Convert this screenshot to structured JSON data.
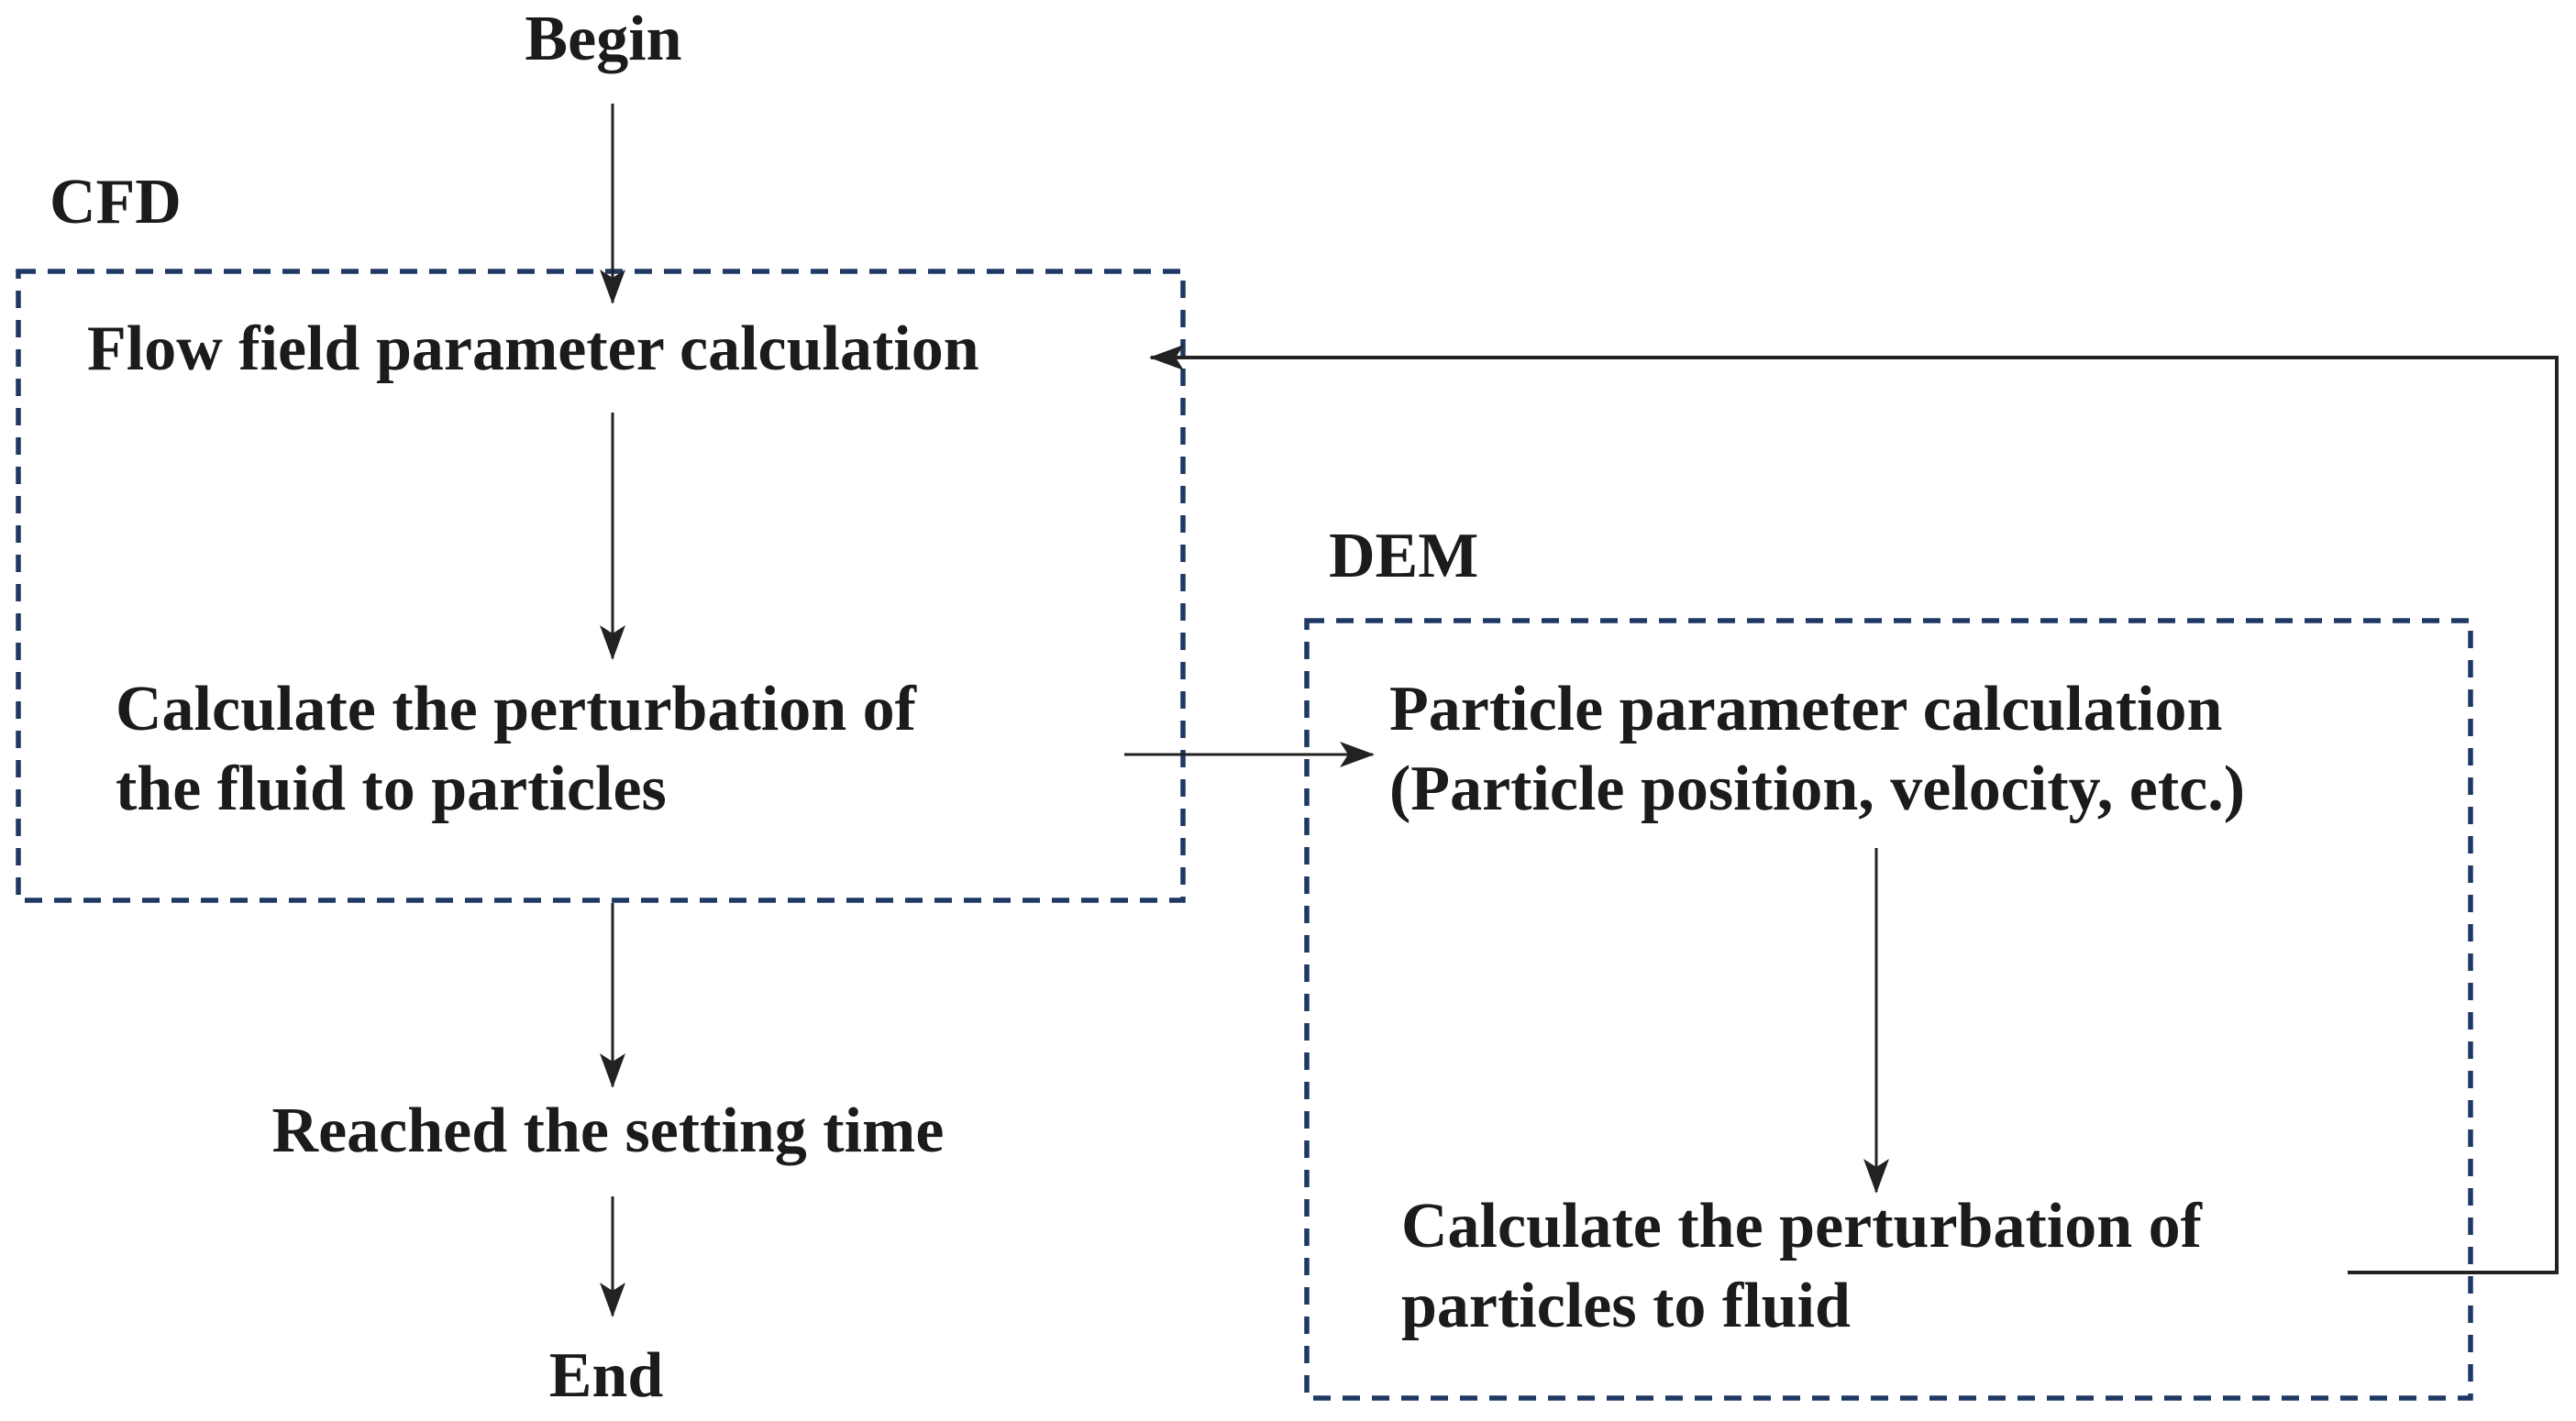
{
  "diagram": {
    "nodes": {
      "begin": "Begin",
      "cfd_box_title": "CFD",
      "flow_field": "Flow field parameter calculation",
      "fluid_perturbation": {
        "line1": "Calculate the perturbation of",
        "line2": "the fluid to particles"
      },
      "reached_time": "Reached the setting time",
      "end": "End",
      "dem_box_title": "DEM",
      "particle_parameter": {
        "line1": "Particle parameter calculation",
        "line2": "(Particle position, velocity, etc.)"
      },
      "particle_perturbation": {
        "line1": "Calculate the perturbation of",
        "line2": "particles to fluid"
      }
    },
    "edges": [
      {
        "from": "begin",
        "to": "flow_field",
        "type": "arrow-down"
      },
      {
        "from": "flow_field",
        "to": "fluid_perturbation",
        "type": "arrow-down"
      },
      {
        "from": "fluid_perturbation",
        "to": "particle_parameter",
        "type": "arrow-right"
      },
      {
        "from": "particle_parameter",
        "to": "particle_perturbation",
        "type": "arrow-down"
      },
      {
        "from": "particle_perturbation",
        "to": "flow_field",
        "type": "feedback-arrow-left"
      },
      {
        "from": "cfd_box",
        "to": "reached_time",
        "type": "arrow-down"
      },
      {
        "from": "reached_time",
        "to": "end",
        "type": "arrow-down"
      }
    ]
  },
  "colors": {
    "box_border": "#1f3864",
    "text": "#1b1b1b",
    "arrow": "#222222",
    "background": "#ffffff"
  }
}
